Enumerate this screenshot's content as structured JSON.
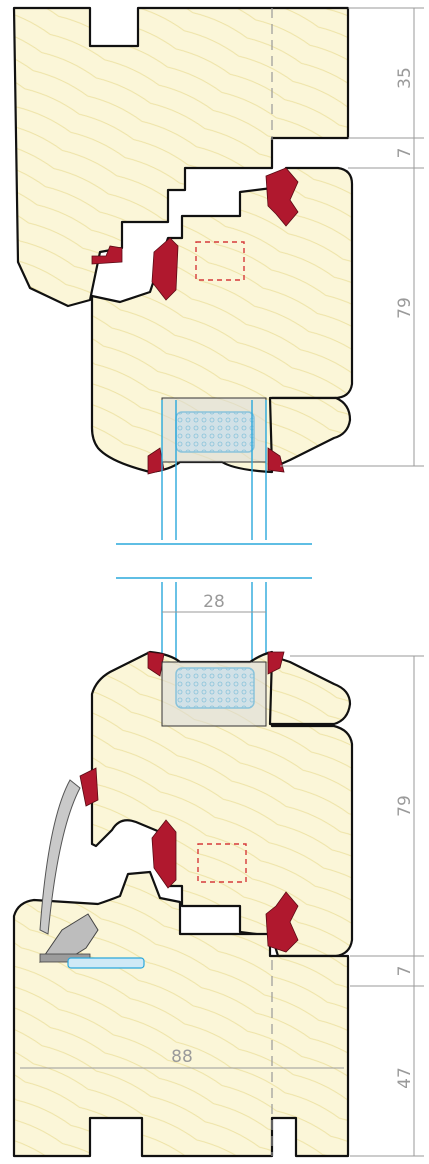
{
  "dimensions": {
    "top_frame": "35",
    "top_gap": "7",
    "top_sash": "79",
    "glass_thickness": "28",
    "bottom_sash": "79",
    "bottom_gap": "7",
    "bottom_frame": "47",
    "frame_width": "88"
  },
  "colors": {
    "wood_fill": "#fbf6d8",
    "grain_line": "#eee3a6",
    "outline": "#111111",
    "seal": "#b0182e",
    "glass": "#2aa8dc",
    "spacer_fill": "#c7ecf8",
    "dimension": "#9a9a9a",
    "hardware": "#d63a3a",
    "drip_profile": "#b8b8b8"
  }
}
